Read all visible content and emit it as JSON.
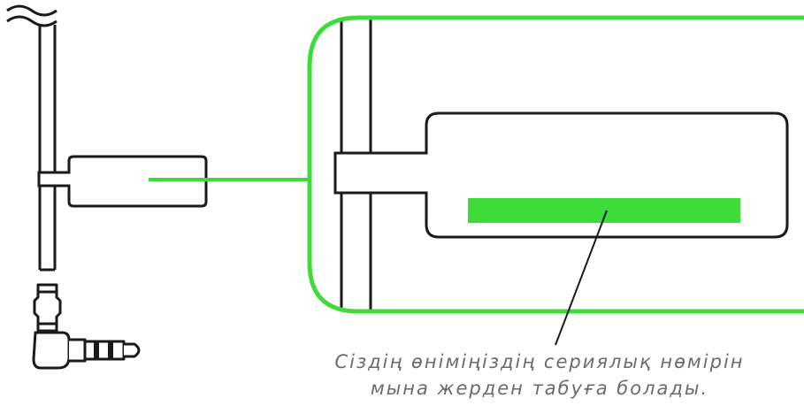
{
  "caption": {
    "line1": "Сіздің өніміңіздің сериялық нөмірін",
    "line2": "мына жерден табуға болады."
  },
  "colors": {
    "accent_green": "#3ddc3a",
    "line": "#1a1a1a",
    "caption_text": "#6b6b6b",
    "background": "#ffffff"
  },
  "icons": [
    "cable-break-icon",
    "audio-jack-plug",
    "serial-tag",
    "serial-number-bar"
  ]
}
